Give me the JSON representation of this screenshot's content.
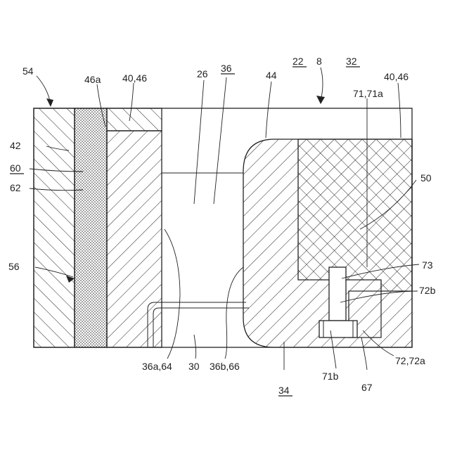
{
  "diagram": {
    "labels": {
      "l54": "54",
      "l46a": "46a",
      "l40_46_left": "40,46",
      "l26": "26",
      "l36": "36",
      "l44": "44",
      "l22": "22",
      "l8": "8",
      "l32": "32",
      "l40_46_right": "40,46",
      "l71_71a": "71,71a",
      "l42": "42",
      "l60": "60",
      "l62": "62",
      "l50": "50",
      "l56": "56",
      "l73": "73",
      "l72b": "72b",
      "l36a_64": "36a,64",
      "l30": "30",
      "l36b_66": "36b,66",
      "l34": "34",
      "l71b": "71b",
      "l67": "67",
      "l72_72a": "72,72a"
    },
    "underlined": [
      "l36",
      "l22",
      "l32",
      "l60",
      "l34"
    ],
    "colors": {
      "line": "#222222",
      "background": "#ffffff"
    }
  }
}
